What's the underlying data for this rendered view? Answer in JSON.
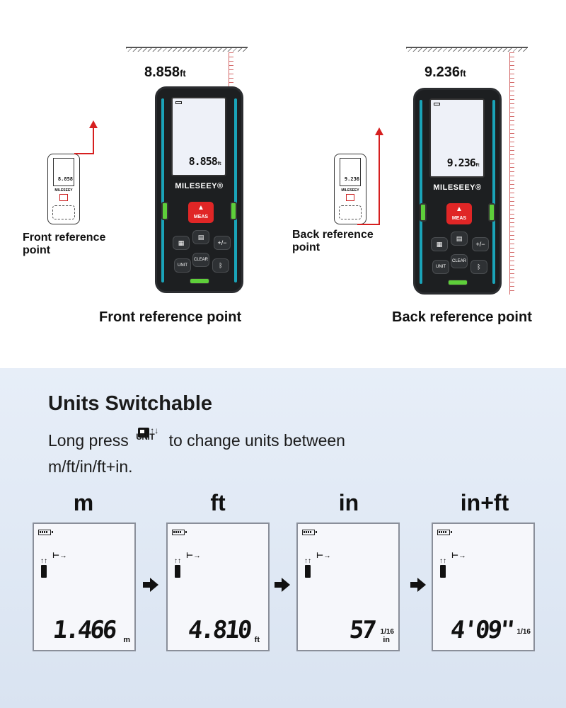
{
  "top": {
    "front": {
      "measurement_value": "8.858",
      "measurement_unit": "ft",
      "device_reading": "8.858",
      "device_reading_unit": "ft",
      "mini_reading": "8.858",
      "brand": "MILESEEY",
      "meas_label": "MEAS",
      "clear_label": "CLEAR",
      "unit_label": "UNIT",
      "side_label": "Front reference point",
      "caption": "Front reference point"
    },
    "back": {
      "measurement_value": "9.236",
      "measurement_unit": "ft",
      "device_reading": "9.236",
      "device_reading_unit": "ft",
      "mini_reading": "9.236",
      "brand": "MILESEEY",
      "meas_label": "MEAS",
      "clear_label": "CLEAR",
      "unit_label": "UNIT",
      "side_label": "Back reference point",
      "caption": "Back reference point"
    },
    "brand_registered_mark": "®",
    "mini_brand": "MILESEEY"
  },
  "bottom": {
    "heading": "Units Switchable",
    "description_prefix": "Long press",
    "description_suffix": "to change units between",
    "description_line2": "m/ft/in/ft+in.",
    "icon_label": "UNIT",
    "units": [
      {
        "title": "m",
        "reading": "1.466",
        "unit_text": "m",
        "fraction": ""
      },
      {
        "title": "ft",
        "reading": "4.810",
        "unit_text": "ft",
        "fraction": ""
      },
      {
        "title": "in",
        "reading": "57",
        "unit_text": "in",
        "fraction": "1/16"
      },
      {
        "title": "in+ft",
        "reading": "4'09\"",
        "unit_text": "",
        "fraction": "1/16"
      }
    ]
  },
  "icons": {
    "battery": "battery-icon",
    "range": "range-arrow-icon",
    "device": "device-reference-icon",
    "flow_arrow": "right-arrow-icon"
  },
  "colors": {
    "accent_teal": "#1aa3b8",
    "meas_red": "#e02626",
    "ruler_red": "#d46a6a",
    "bottom_bg": "#e7eef8"
  }
}
